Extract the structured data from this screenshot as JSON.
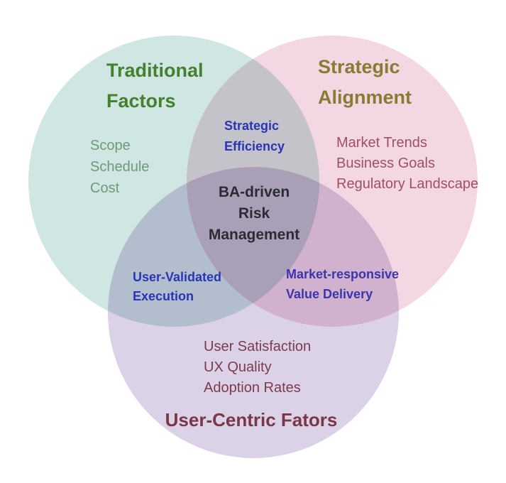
{
  "venn": {
    "background_color": "#ffffff",
    "circles": {
      "traditional": {
        "title_line1": "Traditional",
        "title_line2": "Factors",
        "items": [
          "Scope",
          "Schedule",
          "Cost"
        ],
        "fill_color": "#cfe6e2",
        "title_color": "#44812f",
        "item_color": "#6f9a7a"
      },
      "strategic": {
        "title_line1": "Strategic",
        "title_line2": "Alignment",
        "items": [
          "Market Trends",
          "Business Goals",
          "Regulatory Landscape"
        ],
        "fill_color": "#f3d8e4",
        "title_color": "#8a7a33",
        "item_color": "#a04f68"
      },
      "user_centric": {
        "title": "User-Centric Fators",
        "items": [
          "User Satisfaction",
          "UX Quality",
          "Adoption Rates"
        ],
        "fill_color": "#dbd2e8",
        "title_color": "#7a3747",
        "item_color": "#7b3c4d"
      }
    },
    "overlaps": {
      "traditional_strategic": {
        "line1": "Strategic",
        "line2": "Efficiency",
        "text_color": "#2a35b5"
      },
      "traditional_user": {
        "line1": "User-Validated",
        "line2": "Execution",
        "text_color": "#2a35b5"
      },
      "strategic_user": {
        "line1": "Market-responsive",
        "line2": "Value Delivery",
        "text_color": "#3d34ad"
      },
      "center": {
        "line1": "BA-driven",
        "line2": "Risk",
        "line3": "Management",
        "text_color": "#2c2b33"
      }
    }
  }
}
